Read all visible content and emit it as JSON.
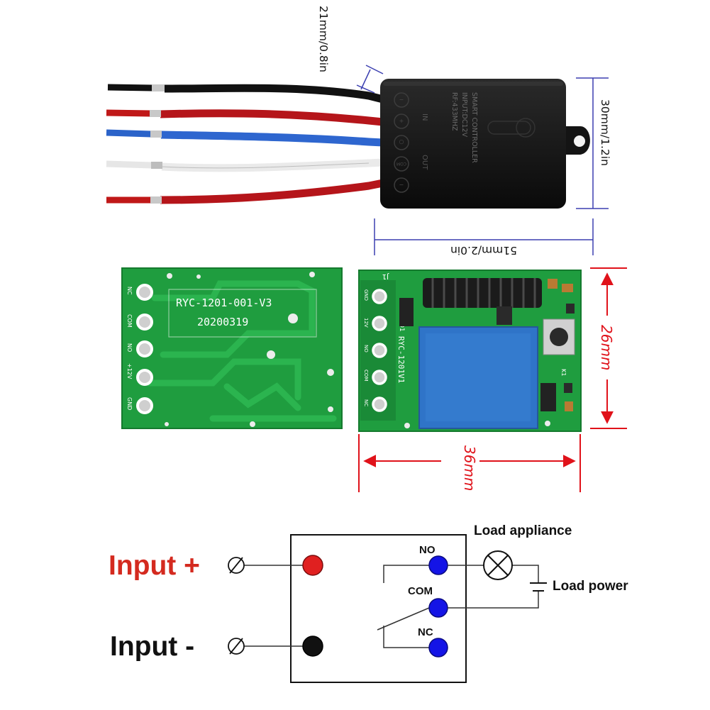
{
  "module": {
    "label_lines": [
      "SMART CONTROLLER",
      "INPUT:DC12V",
      "RF:433MHZ"
    ],
    "in_label": "IN",
    "out_label": "OUT",
    "terminals": [
      "−",
      "+",
      "○",
      "COM",
      "−"
    ]
  },
  "dimensions": {
    "thickness": "21mm/0.8in",
    "height": "30mm/1.2in",
    "length": "51mm/2.0in",
    "pcb_height": "26mm",
    "pcb_width": "36mm"
  },
  "pcb_back": {
    "model": "RYC-1201-001-V3",
    "date": "20200319",
    "pins": [
      "NC",
      "COM",
      "NO",
      "+12V",
      "GND"
    ]
  },
  "pcb_front": {
    "model": "RYC-1201V1",
    "header": "J1",
    "pins": [
      "GND",
      "12V",
      "NO",
      "COM",
      "NC"
    ],
    "parts": [
      "D1",
      "K1"
    ]
  },
  "wiring": {
    "input_plus": "Input +",
    "input_minus": "Input -",
    "no": "NO",
    "com": "COM",
    "nc": "NC",
    "load_appliance": "Load appliance",
    "load_power": "Load power"
  },
  "colors": {
    "dimension_blue": "#3b3fb0",
    "dimension_red": "#e0121a",
    "pcb_green": "#1f9d3f",
    "terminal_blue": "#1414e6",
    "input_red": "#d42a1f"
  }
}
